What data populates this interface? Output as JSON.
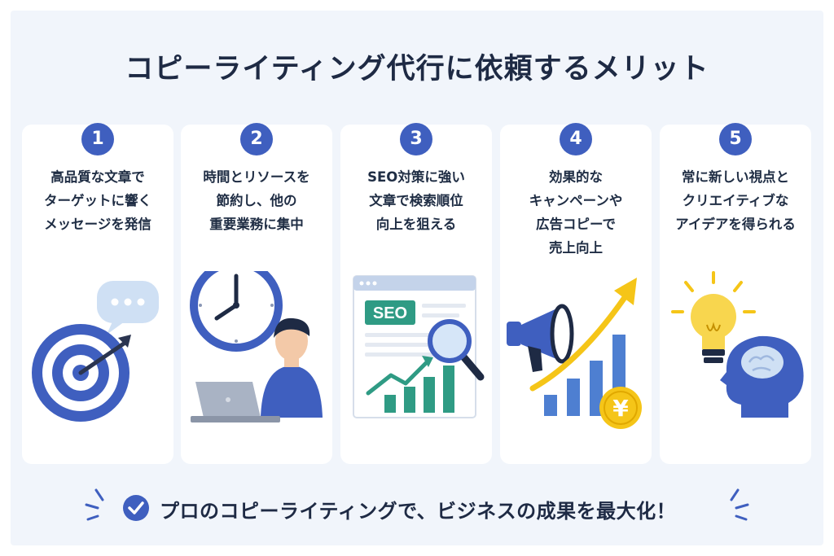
{
  "title": "コピーライティング代行に依頼するメリット",
  "cards": [
    {
      "number": "1",
      "lines": [
        "高品質な文章で",
        "ターゲットに響く",
        "メッセージを発信"
      ],
      "icons": [
        "target-icon",
        "speech-bubble-icon"
      ]
    },
    {
      "number": "2",
      "lines": [
        "時間とリソースを",
        "節約し、他の",
        "重要業務に集中"
      ],
      "icons": [
        "clock-icon",
        "person-laptop-icon"
      ]
    },
    {
      "number": "3",
      "lines": [
        "SEO対策に強い",
        "文章で検索順位",
        "向上を狙える"
      ],
      "icons": [
        "seo-page-icon",
        "magnifier-icon"
      ],
      "badge": "SEO"
    },
    {
      "number": "4",
      "lines": [
        "効果的な",
        "キャンペーンや",
        "広告コピーで",
        "売上向上"
      ],
      "icons": [
        "megaphone-icon",
        "growth-chart-icon",
        "yen-coin-icon"
      ],
      "coin": "¥"
    },
    {
      "number": "5",
      "lines": [
        "常に新しい視点と",
        "クリエイティブな",
        "アイデアを得られる"
      ],
      "icons": [
        "lightbulb-icon",
        "head-brain-icon"
      ]
    }
  ],
  "footer": {
    "text": "プロのコピーライティングで、ビジネスの成果を最大化！",
    "icon": "check-circle-icon"
  },
  "colors": {
    "primary": "#3f5fbf",
    "accent_teal": "#2f9b84",
    "accent_yellow": "#f5c518",
    "background": "#f1f5fb"
  }
}
